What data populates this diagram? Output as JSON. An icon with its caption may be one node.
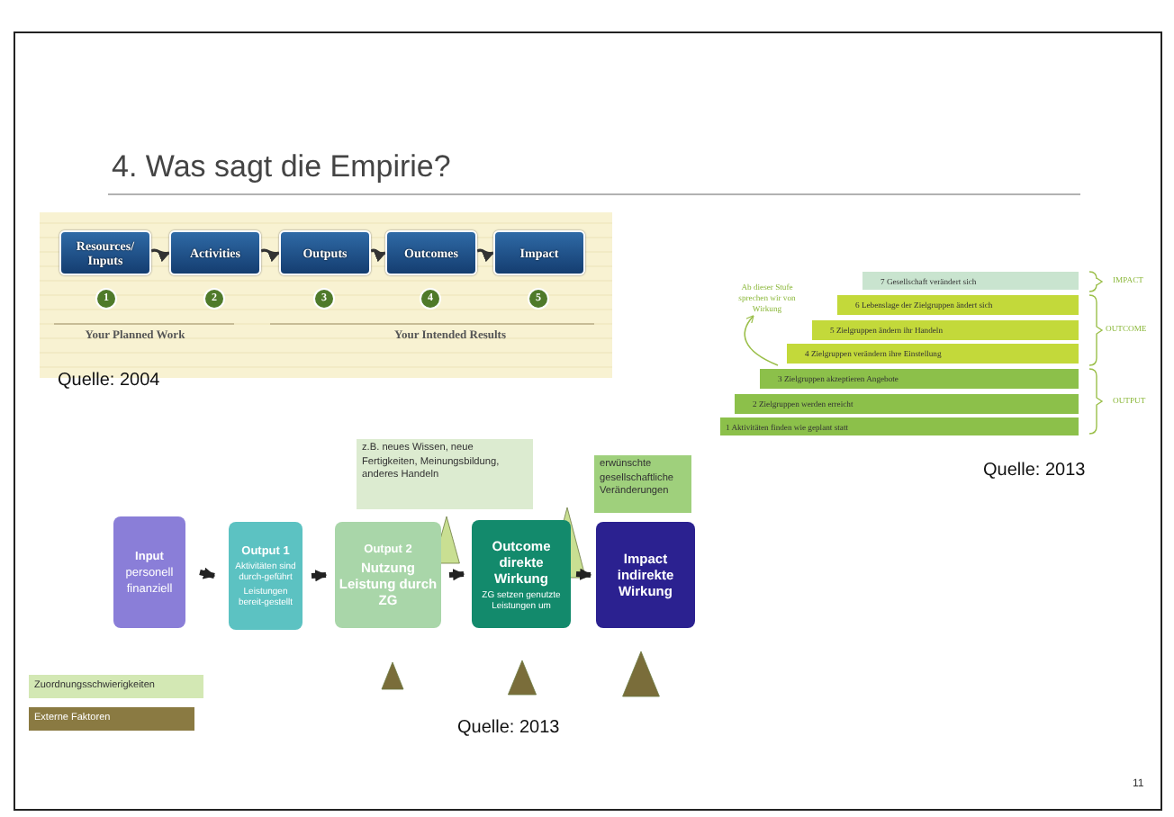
{
  "diagram": {
    "title": "4. Was sagt die Empirie?",
    "nodes": [
      {
        "text": [
          "Resources/ Inputs"
        ]
      },
      {
        "text": [
          "Activities"
        ]
      },
      {
        "text": [
          "Outputs"
        ]
      },
      {
        "text": [
          "Outcomes"
        ]
      },
      {
        "text": [
          "Impact"
        ]
      },
      {
        "text": [
          "1"
        ]
      },
      {
        "text": [
          "2"
        ]
      },
      {
        "text": [
          "3"
        ]
      },
      {
        "text": [
          "4"
        ]
      },
      {
        "text": [
          "5"
        ]
      },
      {
        "text": [
          "7 Gesellschaft verändert sich"
        ]
      },
      {
        "text": [
          "6 Lebenslage der Zielgruppen ändert sich"
        ]
      },
      {
        "text": [
          "5 Zielgruppen ändern ihr Handeln"
        ]
      },
      {
        "text": [
          "4 Zielgruppen verändern ihre Einstellung"
        ]
      },
      {
        "text": [
          "3 Zielgruppen akzeptieren Angebote"
        ]
      },
      {
        "text": [
          "2 Zielgruppen werden erreicht"
        ]
      },
      {
        "text": [
          "1 Aktivitäten finden wie geplant statt"
        ]
      },
      {
        "text": [
          "Input",
          "personell",
          "finanziell"
        ]
      },
      {
        "text": [
          "Output 1",
          "Aktivitäten sind durch-geführt",
          "Leistungen bereit-gestellt"
        ]
      },
      {
        "text": [
          "Output 2",
          "Nutzung Leistung durch ZG"
        ]
      },
      {
        "text": [
          "Outcome direkte Wirkung",
          "ZG setzen genutzte Leistungen um"
        ]
      },
      {
        "text": [
          "Impact indirekte Wirkung"
        ]
      },
      {
        "text": [
          "z.B. neues Wissen, neue Fertigkeiten, Meinungsbildung, anderes Handeln"
        ]
      },
      {
        "text": [
          "erwünschte gesellschaftliche Veränderungen"
        ]
      }
    ],
    "edges": [
      {
        "from": 0,
        "to": 1,
        "arrow": "to"
      },
      {
        "from": 1,
        "to": 2,
        "arrow": "to"
      },
      {
        "from": 2,
        "to": 3,
        "arrow": "to"
      },
      {
        "from": 3,
        "to": 4,
        "arrow": "to"
      },
      {
        "from": 17,
        "to": 18,
        "arrow": "to"
      },
      {
        "from": 18,
        "to": 19,
        "arrow": "to"
      },
      {
        "from": 19,
        "to": 20,
        "arrow": "to"
      },
      {
        "from": 20,
        "to": 21,
        "arrow": "to"
      }
    ],
    "labels": [
      "Your Planned Work",
      "Your Intended Results",
      "Quelle: 2004",
      "Ab dieser Stufe sprechen wir von Wirkung",
      "IMPACT",
      "OUTCOME",
      "OUTPUT",
      "Quelle: 2013",
      "Quelle: 2013",
      "11"
    ],
    "legend": [
      {
        "text": "Zuordnungsschwierigkeiten",
        "color": "#d3e8b4"
      },
      {
        "text": "Externe Faktoren",
        "color": "#8a7a42"
      }
    ]
  }
}
